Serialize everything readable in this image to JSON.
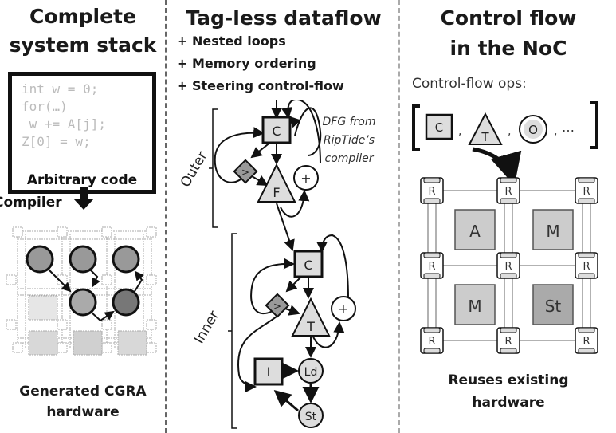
{
  "panels": {
    "stack": {
      "title_line1": "Complete",
      "title_line2": "system stack",
      "code_lines": [
        "int w = 0;",
        "for(…)",
        " w += A[j];",
        "Z[0] = w;"
      ],
      "code_label": "Arbitrary code",
      "arrow_label": "Compiler",
      "caption_line1": "Generated CGRA",
      "caption_line2": "hardware"
    },
    "dataflow": {
      "title": "Tag-less dataflow",
      "bullets": [
        "+ Nested loops",
        "+ Memory ordering",
        "+ Steering control-flow"
      ],
      "annotation_line1": "DFG from",
      "annotation_line2": "RipTide’s",
      "annotation_line3": "compiler",
      "outer_label": "Outer",
      "inner_label": "Inner",
      "outer_nodes": {
        "carry": "C",
        "compare": ">",
        "steer": "F",
        "add": "+"
      },
      "inner_nodes": {
        "carry": "C",
        "compare": ">",
        "steer": "T",
        "add": "+",
        "index": "I",
        "load": "Ld",
        "store": "St"
      }
    },
    "noc": {
      "title_line1": "Control flow",
      "title_line2": "in the NoC",
      "ops_label": "Control-flow ops:",
      "ops": [
        "C",
        "T",
        "O"
      ],
      "ops_ellipsis": "…",
      "router_label": "R",
      "pe_labels": [
        "A",
        "M",
        "M",
        "St"
      ],
      "caption_line1": "Reuses existing",
      "caption_line2": "hardware"
    }
  }
}
